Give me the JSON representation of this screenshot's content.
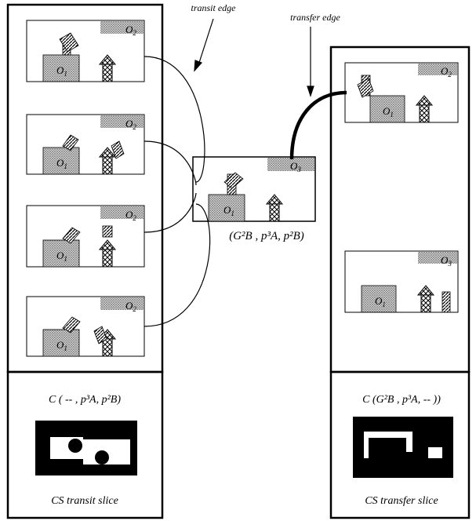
{
  "labels": {
    "transit_edge": "transit edge",
    "transfer_edge": "transfer edge",
    "center_config": "(G²B , p³A, p²B)",
    "left_config": "C ( -- , p³A, p²B)",
    "right_config": "C (G²B , p³A, -- ))",
    "left_slice": "CS transit slice",
    "right_slice": "CS transfer slice"
  },
  "scene_labels": {
    "o1": "O",
    "o1_sub": "1",
    "o2": "O",
    "o2_sub": "2",
    "o3": "O",
    "o3_sub": "3"
  }
}
